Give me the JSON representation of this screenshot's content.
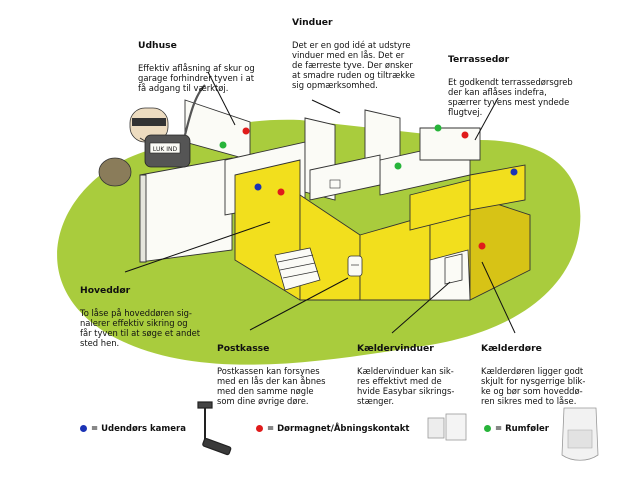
{
  "colors": {
    "lawn": "#a9cc3d",
    "wall_yellow": "#f2df1d",
    "wall_top": "#fbfbf6",
    "wall_shade": "#d7c316",
    "camera_dot": "#1b33b5",
    "sensor_dot": "#e01b1b",
    "motion_dot": "#27b43a"
  },
  "callouts": {
    "udhuse": {
      "title": "Udhuse",
      "text": "Effektiv aflåsning af skur og\ngarage forhindrer tyven i at\nfå adgang til værktøj."
    },
    "vinduer": {
      "title": "Vinduer",
      "text": "Det er en god idé at udstyre\nvinduer med en lås. Det er\nde færreste tyve. Der ønsker\nat smadre ruden og tiltrække\nsig opmærksomhed."
    },
    "terrassedor": {
      "title": "Terrassedør",
      "text": "Et godkendt terrassedørsgreb\nder kan aflåses indefra,\nspærrer tyvens mest yndede\nflugtvej."
    },
    "hoveddor": {
      "title": "Hoveddør",
      "text": "To låse på hoveddøren sig-\nnalerer effektiv sikring og\nfår tyven til at søge et andet\nsted hen."
    },
    "postkasse": {
      "title": "Postkasse",
      "text": "Postkassen kan forsynes\nmed en lås der kan åbnes\nmed den samme nøgle\nsom dine øvrige døre."
    },
    "kaeldervinduer": {
      "title": "Kældervinduer",
      "text": "Kældervinduer kan sik-\nres effektivt med de\nhvide Easybar sikrings-\nstænger."
    },
    "kaelderdore": {
      "title": "Kælderdøre",
      "text": "Kælderdøren ligger godt\nskjult for nysgerrige blik-\nke og bør som hoveddø-\nren sikres med to låse."
    }
  },
  "sign_text": "LUK IND",
  "legend": [
    {
      "label": "= Udendørs kamera",
      "color": "#1b33b5",
      "icon": "security-camera-icon"
    },
    {
      "label": "= Dørmagnet/Åbningskontakt",
      "color": "#e01b1b",
      "icon": "door-magnet-icon"
    },
    {
      "label": "= Rumføler",
      "color": "#27b43a",
      "icon": "motion-sensor-icon"
    }
  ]
}
